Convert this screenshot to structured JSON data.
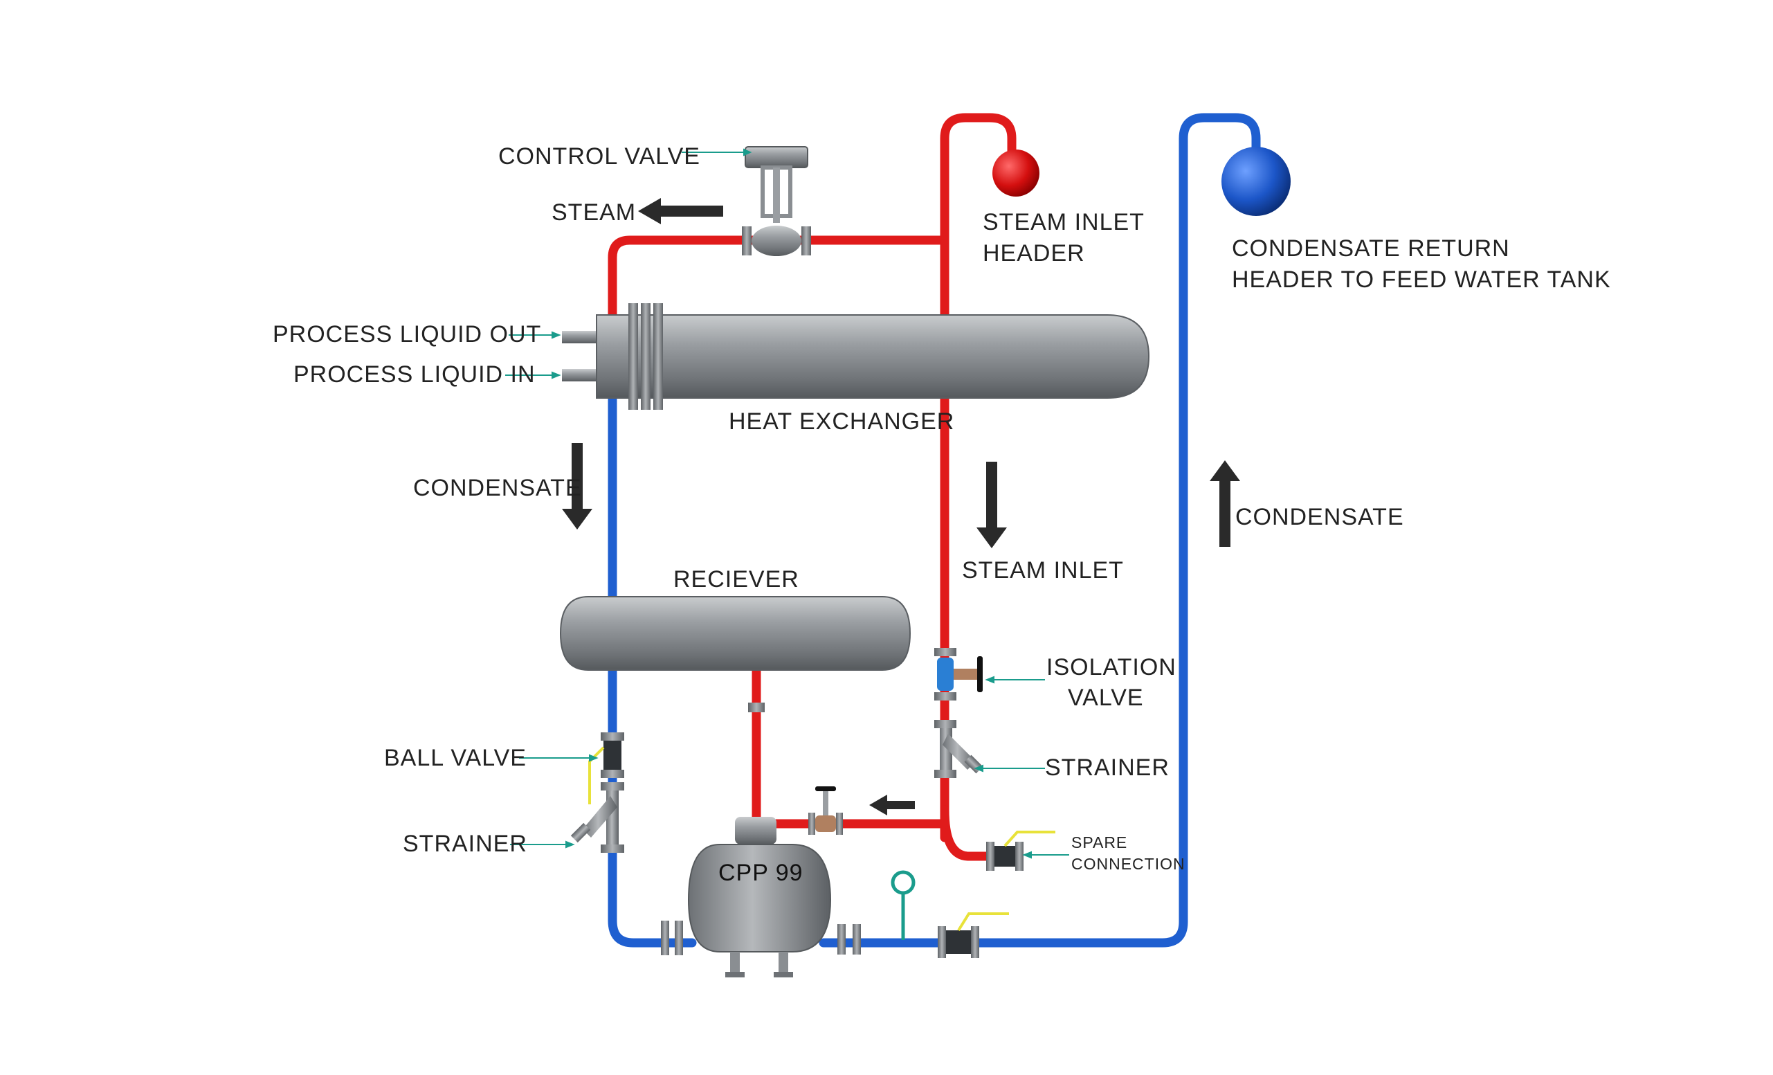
{
  "labels": {
    "control_valve": "CONTROL VALVE",
    "steam": "STEAM",
    "steam_inlet_header_1": "STEAM INLET",
    "steam_inlet_header_2": "HEADER",
    "condensate_return_1": "CONDENSATE RETURN",
    "condensate_return_2": "HEADER TO FEED WATER TANK",
    "process_liquid_out": "PROCESS LIQUID OUT",
    "process_liquid_in": "PROCESS LIQUID IN",
    "heat_exchanger": "HEAT EXCHANGER",
    "condensate_left": "CONDENSATE",
    "condensate_right": "CONDENSATE",
    "steam_inlet": "STEAM INLET",
    "receiver": "RECIEVER",
    "isolation_valve_1": "ISOLATION",
    "isolation_valve_2": "VALVE",
    "strainer_right": "STRAINER",
    "ball_valve": "BALL VALVE",
    "strainer_left": "STRAINER",
    "spare_connection_1": "SPARE",
    "spare_connection_2": "CONNECTION",
    "pump": "CPP 99"
  },
  "colors": {
    "steam_pipe": "#e01b1b",
    "condensate_pipe": "#1f5fd0",
    "equipment": "#8a8e92",
    "leader": "#1a9c8c",
    "arrow": "#2a2a2a",
    "handle": "#e8e23a"
  }
}
